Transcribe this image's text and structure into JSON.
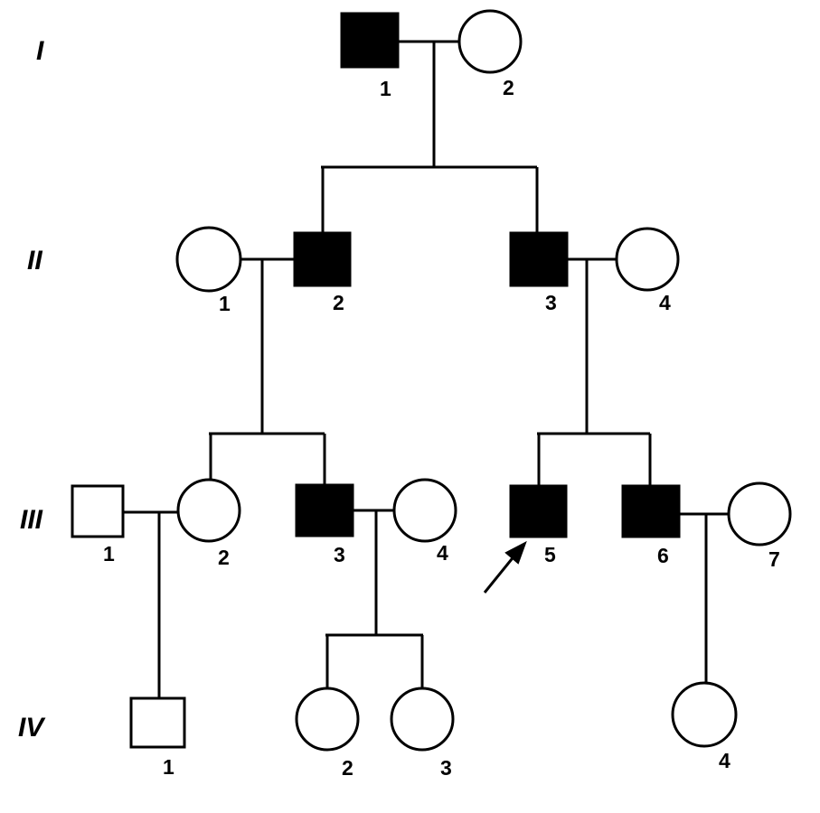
{
  "generations": [
    {
      "label": "I",
      "members": [
        {
          "id": "1",
          "sex": "male",
          "affected": true
        },
        {
          "id": "2",
          "sex": "female",
          "affected": false
        }
      ]
    },
    {
      "label": "II",
      "members": [
        {
          "id": "1",
          "sex": "female",
          "affected": false
        },
        {
          "id": "2",
          "sex": "male",
          "affected": true
        },
        {
          "id": "3",
          "sex": "male",
          "affected": true
        },
        {
          "id": "4",
          "sex": "female",
          "affected": false
        }
      ]
    },
    {
      "label": "III",
      "members": [
        {
          "id": "1",
          "sex": "male",
          "affected": false
        },
        {
          "id": "2",
          "sex": "female",
          "affected": false
        },
        {
          "id": "3",
          "sex": "male",
          "affected": true
        },
        {
          "id": "4",
          "sex": "female",
          "affected": false
        },
        {
          "id": "5",
          "sex": "male",
          "affected": true,
          "proband": true
        },
        {
          "id": "6",
          "sex": "male",
          "affected": true
        },
        {
          "id": "7",
          "sex": "female",
          "affected": false
        }
      ]
    },
    {
      "label": "IV",
      "members": [
        {
          "id": "1",
          "sex": "male",
          "affected": false
        },
        {
          "id": "2",
          "sex": "female",
          "affected": false
        },
        {
          "id": "3",
          "sex": "female",
          "affected": false
        },
        {
          "id": "4",
          "sex": "female",
          "affected": false
        }
      ]
    }
  ],
  "colors": {
    "affected": "#000000",
    "unaffected": "#ffffff",
    "line": "#000000"
  }
}
